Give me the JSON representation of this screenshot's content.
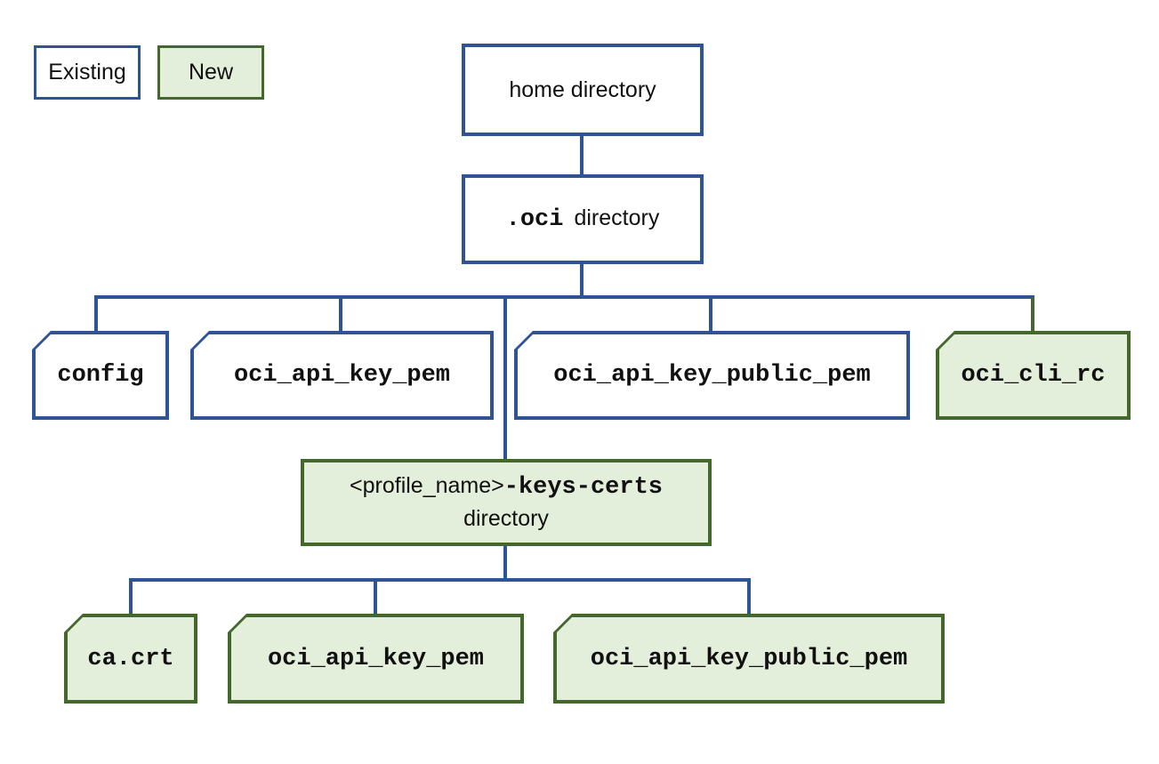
{
  "legend": {
    "existing": "Existing",
    "new": "New"
  },
  "colors": {
    "existing_border": "#2F5496",
    "existing_fill": "#FFFFFF",
    "new_border": "#44682C",
    "new_fill": "#E3EFDA",
    "connector_existing": "#2F5496",
    "connector_new": "#44682C",
    "text": "#111111"
  },
  "nodes": {
    "home": {
      "label": "home directory",
      "status": "existing"
    },
    "oci": {
      "name_mono": ".oci",
      "suffix": "directory",
      "status": "existing"
    },
    "row1": [
      {
        "label": "config",
        "status": "existing"
      },
      {
        "label": "oci_api_key_pem",
        "status": "existing"
      },
      {
        "label": "oci_api_key_public_pem",
        "status": "existing"
      },
      {
        "label": "oci_cli_rc",
        "status": "new"
      }
    ],
    "profile": {
      "prefix_sans": "<profile_name>",
      "name_mono": "-keys-certs",
      "line2": "directory",
      "status": "new"
    },
    "row2": [
      {
        "label": "ca.crt",
        "status": "new"
      },
      {
        "label": "oci_api_key_pem",
        "status": "new"
      },
      {
        "label": "oci_api_key_public_pem",
        "status": "new"
      }
    ]
  }
}
